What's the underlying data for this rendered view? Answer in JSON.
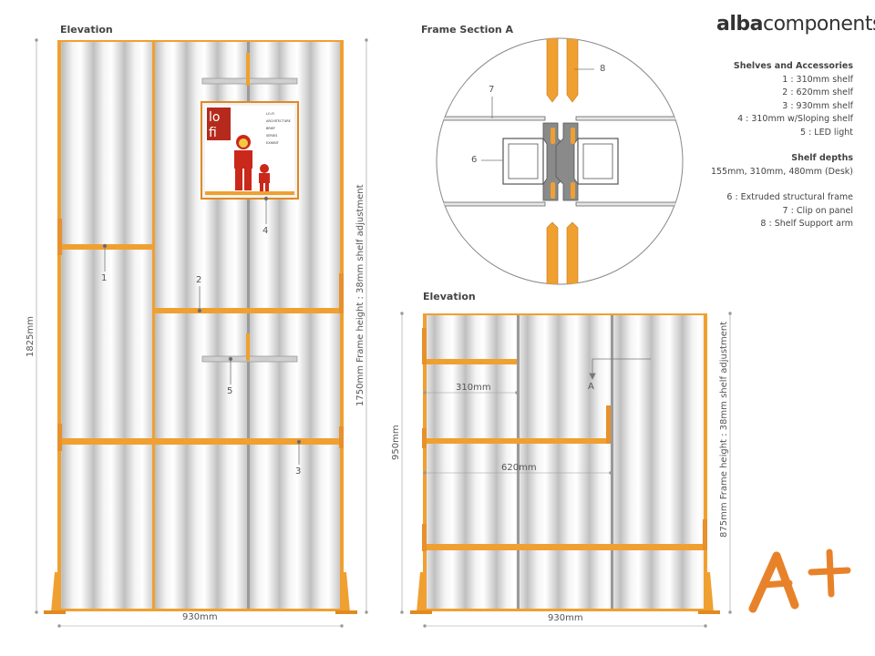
{
  "brand": {
    "light": "components",
    "bold": "alba"
  },
  "titles": {
    "elevation_left": "Elevation",
    "frame_section": "Frame Section A",
    "elevation_right": "Elevation"
  },
  "legend": {
    "shelves_heading": "Shelves and Accessories",
    "shelves": [
      "1 : 310mm shelf",
      "2 : 620mm shelf",
      "3 : 930mm shelf",
      "4 : 310mm w/Sloping shelf",
      "5 : LED light"
    ],
    "depths_heading": "Shelf depths",
    "depths": "155mm, 310mm, 480mm (Desk)",
    "parts": [
      "6 : Extruded structural frame",
      "7 : Clip on panel",
      "8 : Shelf Support arm"
    ]
  },
  "dimensions": {
    "left_height": "1825mm",
    "left_frame_height": "1750mm Frame height : 38mm shelf adjustment",
    "left_width": "930mm",
    "right_height": "950mm",
    "right_frame_height": "875mm Frame height : 38mm shelf adjustment",
    "right_width": "930mm",
    "shelf_310": "310mm",
    "shelf_620": "620mm"
  },
  "callouts": {
    "c1": "1",
    "c2": "2",
    "c3": "3",
    "c4": "4",
    "c5": "5",
    "c6": "6",
    "c7": "7",
    "c8": "8",
    "a": "A"
  },
  "poster": {
    "big_letters": "lo\nfi",
    "lines": [
      "LO-FI",
      "ARCHITECTURE",
      "BRIEF",
      "SERIES",
      "EXHIBIT"
    ]
  },
  "logo_mark": "A+",
  "colors": {
    "frame_orange": "#f0a030",
    "panel_grey": "#d8d8d8",
    "steel": "#8a8a8a",
    "logo_orange": "#e8822a"
  }
}
